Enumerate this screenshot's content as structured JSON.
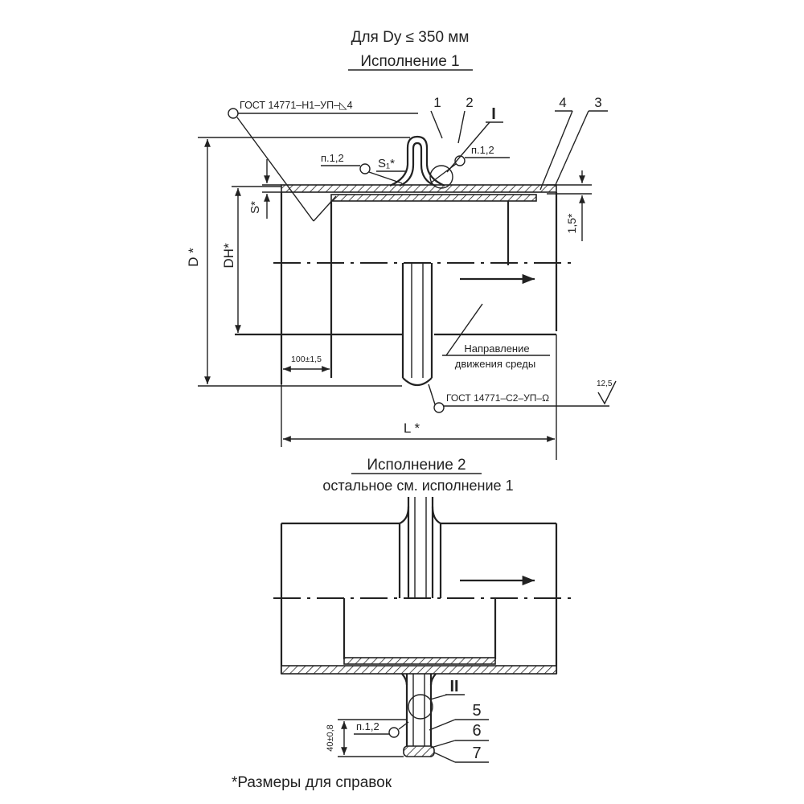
{
  "header": {
    "condition": "Для Dу ≤ 350 мм",
    "variant1_title": "Исполнение 1"
  },
  "variant1": {
    "weld_top": "ГОСТ 14771–Н1–УП–◺4",
    "weld_bottom": "ГОСТ 14771–С2–УП–Ω",
    "roughness": "12,5",
    "part_numbers": [
      "1",
      "2",
      "4",
      "3"
    ],
    "detail_mark": "I",
    "note_ref_left": "п.1,2",
    "note_ref_right": "п.1,2",
    "thickness_label": "S₁*",
    "dim_D": "D *",
    "dim_DN": "DН*",
    "dim_S": "S*",
    "dim_15": "1,5*",
    "dim_100": "100±1,5",
    "dim_L": "L *",
    "flow_label_line1": "Направление",
    "flow_label_line2": "движения среды"
  },
  "variant2": {
    "title": "Исполнение 2",
    "subtitle": "остальное см. исполнение 1",
    "detail_mark": "II",
    "part_numbers": [
      "5",
      "6",
      "7"
    ],
    "note_ref": "п.1,2",
    "dim_40": "40±0,8"
  },
  "footnote": "*Размеры для справок"
}
